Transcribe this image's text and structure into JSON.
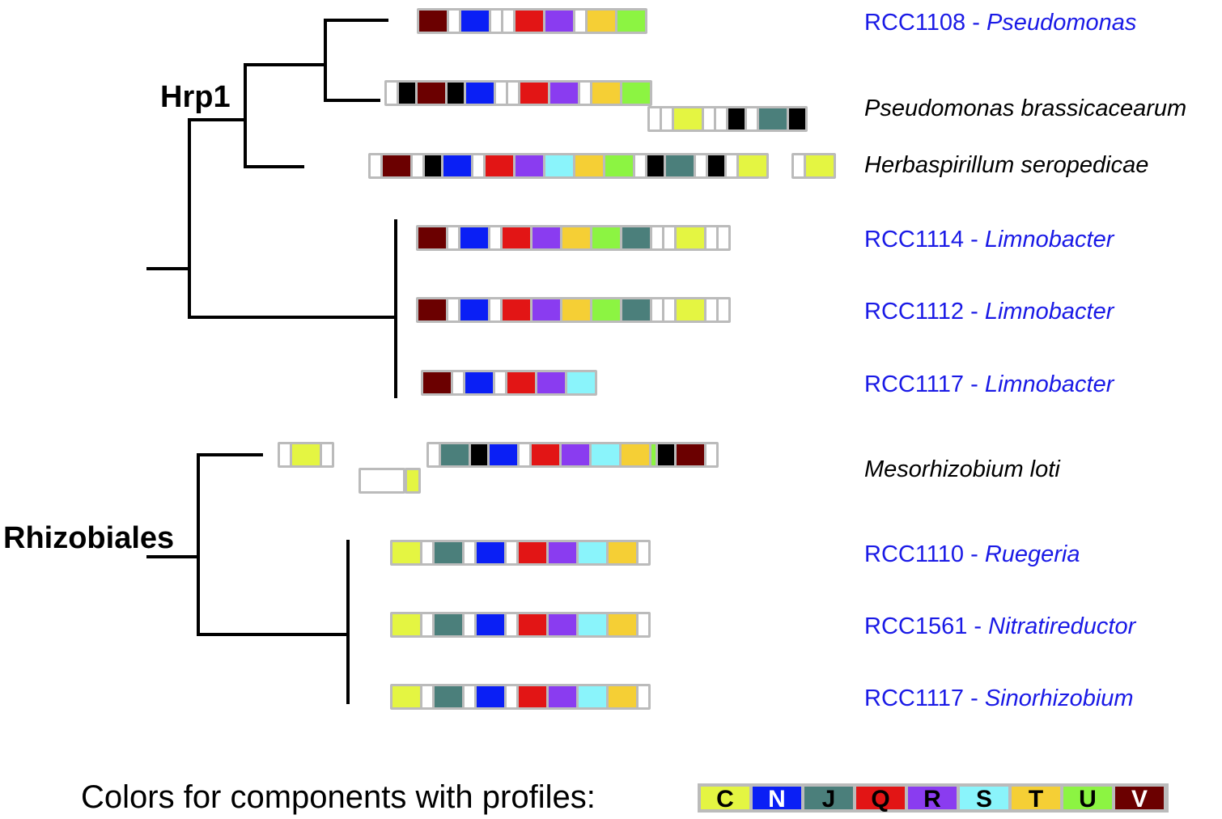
{
  "clades": {
    "hrp1": "Hrp1",
    "rhizobiales": "Rhizobiales"
  },
  "taxa": [
    {
      "id": "rcc1108",
      "label": "RCC1108 - ",
      "genus": "Pseudomonas",
      "style": "strain"
    },
    {
      "id": "pbrass",
      "label": "",
      "genus": "Pseudomonas brassicacearum",
      "style": "reference"
    },
    {
      "id": "hsero",
      "label": "",
      "genus": "Herbaspirillum seropedicae",
      "style": "reference"
    },
    {
      "id": "rcc1114",
      "label": "RCC1114 - ",
      "genus": "Limnobacter",
      "style": "strain"
    },
    {
      "id": "rcc1112",
      "label": "RCC1112 - ",
      "genus": "Limnobacter",
      "style": "strain"
    },
    {
      "id": "rcc1117a",
      "label": "RCC1117 - ",
      "genus": "Limnobacter",
      "style": "strain"
    },
    {
      "id": "mloti",
      "label": "",
      "genus": "Mesorhizobium loti",
      "style": "reference"
    },
    {
      "id": "rcc1110",
      "label": "RCC1110 - ",
      "genus": "Ruegeria",
      "style": "strain"
    },
    {
      "id": "rcc1561",
      "label": "RCC1561 - ",
      "genus": "Nitratireductor",
      "style": "strain"
    },
    {
      "id": "rcc1117b",
      "label": "RCC1117 - ",
      "genus": "Sinorhizobium",
      "style": "strain"
    }
  ],
  "gene_clusters": {
    "rcc1108": [
      "V",
      "-",
      "N",
      "-",
      "-",
      "Q",
      "R",
      "-",
      "T",
      "U"
    ],
    "pbrass": [
      "-",
      "k",
      "V",
      "k",
      "N",
      "-",
      "-",
      "Q",
      "R",
      "-",
      "T",
      "U"
    ],
    "pbrass_b": [
      "-",
      "-",
      "C",
      "-",
      "-",
      "k",
      "-",
      "J",
      "k"
    ],
    "hsero": [
      "-",
      "V",
      "-",
      "k",
      "N",
      "-",
      "Q",
      "R",
      "S",
      "T",
      "U",
      "-",
      "k",
      "J",
      "-",
      "k",
      "-",
      "C"
    ],
    "hsero_b": [
      "-",
      "C"
    ],
    "rcc1114": [
      "V",
      "-",
      "N",
      "-",
      "Q",
      "R",
      "T",
      "U",
      "J",
      "-",
      "-",
      "C",
      "-",
      "-"
    ],
    "rcc1112": [
      "V",
      "-",
      "N",
      "-",
      "Q",
      "R",
      "T",
      "U",
      "J",
      "-",
      "-",
      "C",
      "-",
      "-"
    ],
    "rcc1117a": [
      "V",
      "-",
      "N",
      "-",
      "Q",
      "R",
      "S"
    ],
    "mloti_a": [
      "-",
      "C",
      "-"
    ],
    "mloti_b": [
      "-",
      "J",
      "k",
      "N",
      "-",
      "Q",
      "R",
      "S",
      "T",
      "U"
    ],
    "mloti_c": [
      "k",
      "V",
      "-"
    ],
    "mloti_d": [
      "-"
    ],
    "mloti_e": [
      "C"
    ],
    "rcc1110": [
      "C",
      "-",
      "J",
      "-",
      "N",
      "-",
      "Q",
      "R",
      "S",
      "T",
      "-"
    ],
    "rcc1561": [
      "C",
      "-",
      "J",
      "-",
      "N",
      "-",
      "Q",
      "R",
      "S",
      "T",
      "-"
    ],
    "rcc1117b": [
      "C",
      "-",
      "J",
      "-",
      "N",
      "-",
      "Q",
      "R",
      "S",
      "T",
      "-"
    ]
  },
  "legend": {
    "title": "Colors for components with profiles:",
    "items": [
      {
        "letter": "C",
        "color": "#e4f542",
        "text_color": "#000000"
      },
      {
        "letter": "N",
        "color": "#0a1ff5",
        "text_color": "#ffffff"
      },
      {
        "letter": "J",
        "color": "#4b7f7b",
        "text_color": "#000000"
      },
      {
        "letter": "Q",
        "color": "#e21515",
        "text_color": "#000000"
      },
      {
        "letter": "R",
        "color": "#8a3cf0",
        "text_color": "#000000"
      },
      {
        "letter": "S",
        "color": "#8af4fb",
        "text_color": "#000000"
      },
      {
        "letter": "T",
        "color": "#f5cf35",
        "text_color": "#000000"
      },
      {
        "letter": "U",
        "color": "#8cf442",
        "text_color": "#000000"
      },
      {
        "letter": "V",
        "color": "#6b0000",
        "text_color": "#ffffff"
      }
    ]
  },
  "colors": {
    "strain_label": "#1a1ae6",
    "reference_label": "#000000",
    "tree": "#000000",
    "cluster_border": "#bbbbbb",
    "other_gene": "#000000",
    "unprofiled": "#ffffff"
  }
}
